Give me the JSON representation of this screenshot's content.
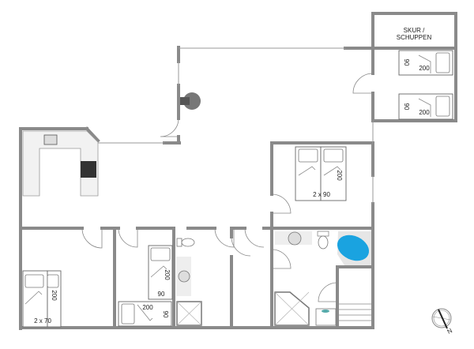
{
  "plan": {
    "shed": {
      "line1": "SKUR /",
      "line2": "SCHUPPEN"
    },
    "shed_bed_1": {
      "width": "90",
      "length": "200"
    },
    "shed_bed_2": {
      "width": "90",
      "length": "200"
    },
    "bedroom_double": {
      "length": "200",
      "width": "2 x 90"
    },
    "bedroom_left": {
      "length": "200",
      "width": "2 x 70"
    },
    "bedroom_middle_bed_1": {
      "length": "200",
      "width": "90"
    },
    "bedroom_middle_bed_2": {
      "length": "200",
      "width": "90"
    },
    "compass": {
      "label": "N"
    }
  },
  "colors": {
    "wall": "#8a8a8a",
    "bathtub": "#1aa3e0",
    "stove": "#333333",
    "stove_fireplace": "#777777"
  }
}
